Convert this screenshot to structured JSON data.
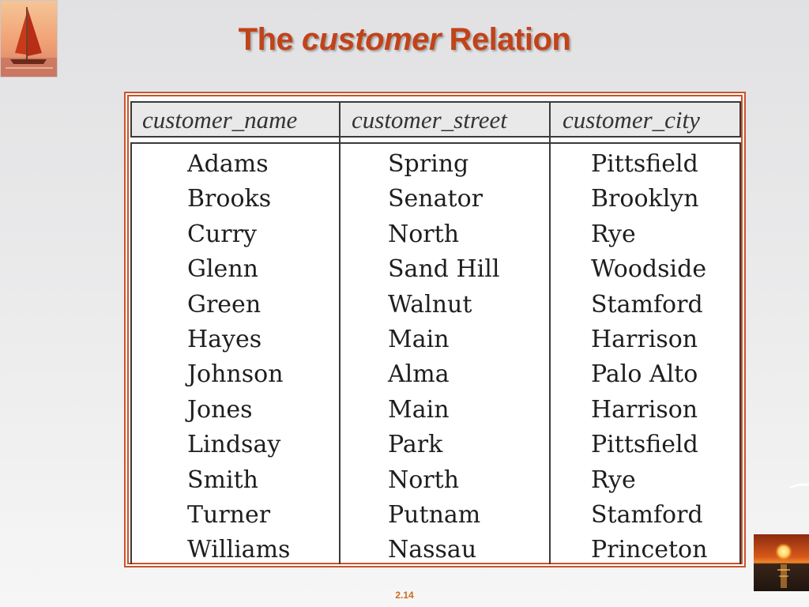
{
  "slide": {
    "title_prefix": "The ",
    "title_emphasis": "customer",
    "title_suffix": " Relation",
    "page_number": "2.14"
  },
  "table": {
    "columns": [
      "customer_name",
      "customer_street",
      "customer_city"
    ],
    "rows": [
      [
        "Adams",
        "Spring",
        "Pittsfield"
      ],
      [
        "Brooks",
        "Senator",
        "Brooklyn"
      ],
      [
        "Curry",
        "North",
        "Rye"
      ],
      [
        "Glenn",
        "Sand Hill",
        "Woodside"
      ],
      [
        "Green",
        "Walnut",
        "Stamford"
      ],
      [
        "Hayes",
        "Main",
        "Harrison"
      ],
      [
        "Johnson",
        "Alma",
        "Palo Alto"
      ],
      [
        "Jones",
        "Main",
        "Harrison"
      ],
      [
        "Lindsay",
        "Park",
        "Pittsfield"
      ],
      [
        "Smith",
        "North",
        "Rye"
      ],
      [
        "Turner",
        "Putnam",
        "Stamford"
      ],
      [
        "Williams",
        "Nassau",
        "Princeton"
      ]
    ]
  },
  "colors": {
    "title": "#c1431a",
    "frame": "#c9532a",
    "page_number": "#cf6a1c"
  },
  "icons": {
    "logo": "sailboat-sunset-logo",
    "corner_image": "sunset-over-sea-image"
  }
}
